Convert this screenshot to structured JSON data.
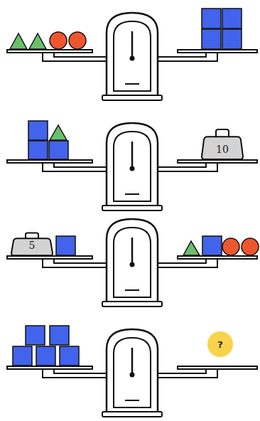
{
  "diagram": {
    "nodes": [
      {
        "text": [
          "10"
        ]
      },
      {
        "text": [
          "5"
        ]
      },
      {
        "text": [
          "?"
        ]
      }
    ]
  }
}
